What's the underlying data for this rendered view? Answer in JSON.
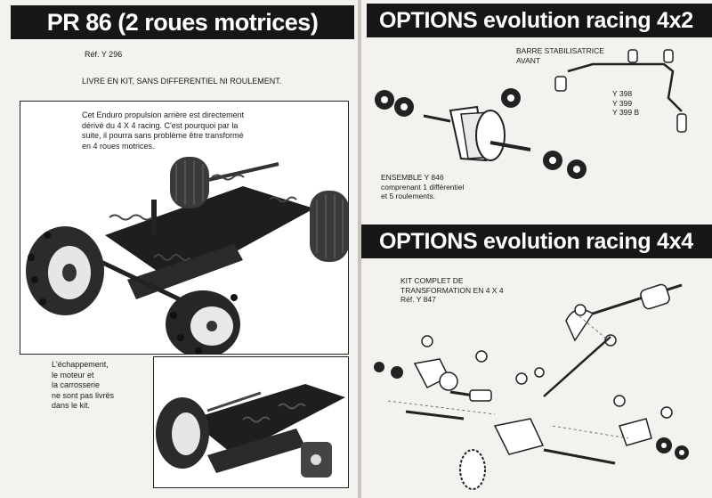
{
  "left_page": {
    "title": "PR 86 (2 roues motrices)",
    "ref": "Réf. Y 296",
    "kit_line": "LIVRE EN KIT, SANS DIFFERENTIEL NI ROULEMENT.",
    "intro_lines": [
      "Cet Enduro propulsion arrière est directement",
      "dérivé du 4 X 4 racing. C'est pourquoi par la",
      "suite, il pourra sans problème être transformé",
      "en 4 roues motrices."
    ],
    "exhaust_lines": [
      "L'échappement,",
      "le moteur et",
      "la carrosserie",
      "ne sont pas livrés",
      "dans le kit."
    ]
  },
  "right_page": {
    "section1": {
      "title": "OPTIONS evolution racing 4x2",
      "stab_bar_lines": [
        "BARRE STABILISATRICE",
        "AVANT"
      ],
      "stab_refs": [
        "Y 398",
        "Y 399",
        "Y 399 B"
      ],
      "ensemble_lines": [
        "ENSEMBLE Y 846",
        "comprenant 1 différentiel",
        "et 5 roulements."
      ]
    },
    "section2": {
      "title": "OPTIONS evolution racing 4x4",
      "kit_lines": [
        "KIT COMPLET DE",
        "TRANSFORMATION EN 4 X 4",
        "Réf. Y 847"
      ]
    }
  },
  "colors": {
    "banner": "#161616",
    "paper": "#f4f2ee",
    "ink": "#1b1b1b"
  }
}
